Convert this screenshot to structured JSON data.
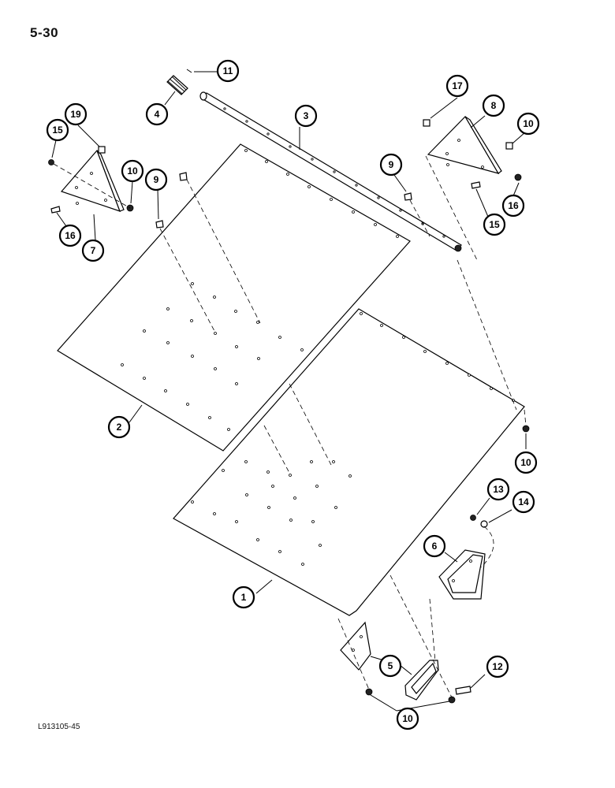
{
  "page": {
    "number": "5-30",
    "figure_code": "L913105-45"
  },
  "callouts": [
    {
      "id": "c1",
      "label": "1"
    },
    {
      "id": "c2",
      "label": "2"
    },
    {
      "id": "c3",
      "label": "3"
    },
    {
      "id": "c4",
      "label": "4"
    },
    {
      "id": "c5",
      "label": "5"
    },
    {
      "id": "c6",
      "label": "6"
    },
    {
      "id": "c7",
      "label": "7"
    },
    {
      "id": "c8",
      "label": "8"
    },
    {
      "id": "c9a",
      "label": "9"
    },
    {
      "id": "c9b",
      "label": "9"
    },
    {
      "id": "c10a",
      "label": "10"
    },
    {
      "id": "c10b",
      "label": "10"
    },
    {
      "id": "c10c",
      "label": "10"
    },
    {
      "id": "c10d",
      "label": "10"
    },
    {
      "id": "c11",
      "label": "11"
    },
    {
      "id": "c12",
      "label": "12"
    },
    {
      "id": "c13",
      "label": "13"
    },
    {
      "id": "c14",
      "label": "14"
    },
    {
      "id": "c15a",
      "label": "15"
    },
    {
      "id": "c15b",
      "label": "15"
    },
    {
      "id": "c16a",
      "label": "16"
    },
    {
      "id": "c16b",
      "label": "16"
    },
    {
      "id": "c17",
      "label": "17"
    },
    {
      "id": "c19",
      "label": "19"
    }
  ],
  "parts": [
    {
      "id": "panel-lower",
      "icon": "panel-plate"
    },
    {
      "id": "panel-upper",
      "icon": "panel-plate"
    },
    {
      "id": "hinge-rod",
      "icon": "rod"
    },
    {
      "id": "spring",
      "icon": "spring"
    },
    {
      "id": "bracket-left",
      "icon": "triangle-bracket"
    },
    {
      "id": "bracket-right",
      "icon": "triangle-bracket"
    },
    {
      "id": "bracket-6",
      "icon": "channel-bracket"
    },
    {
      "id": "bracket-5",
      "icon": "channel-bracket"
    }
  ]
}
